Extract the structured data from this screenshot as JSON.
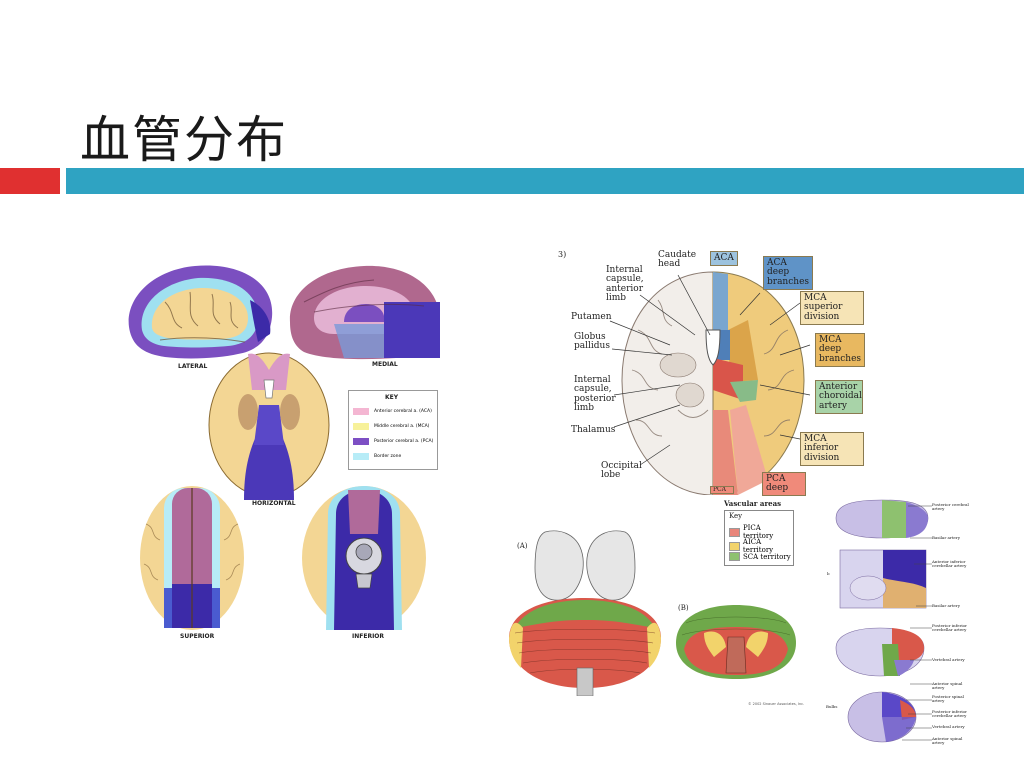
{
  "slide": {
    "title": "血管分布"
  },
  "left_figure": {
    "views": {
      "lateral": "LATERAL",
      "medial": "MEDIAL",
      "horizontal": "HORIZONTAL",
      "superior": "SUPERIOR",
      "inferior": "INFERIOR"
    },
    "key": {
      "heading": "KEY",
      "items": [
        {
          "label": "Anterior cerebral a. (ACA)",
          "color": "#f4b6d2"
        },
        {
          "label": "Middle cerebral a. (MCA)",
          "color": "#f7f19a"
        },
        {
          "label": "Posterior cerebral a. (PCA)",
          "color": "#7d4fc4"
        },
        {
          "label": "Border zone",
          "color": "#b7ecf7"
        }
      ]
    }
  },
  "right_top_figure": {
    "panel_number": "3)",
    "left_labels": [
      "Caudate head",
      "Internal capsule, anterior limb",
      "Putamen",
      "Globus pallidus",
      "Internal capsule, posterior limb",
      "Thalamus",
      "Occipital lobe"
    ],
    "territory_tags": [
      {
        "label": "ACA",
        "color": "#9dc3de"
      },
      {
        "label": "ACA deep branches",
        "color": "#5f93c7"
      },
      {
        "label": "MCA superior division",
        "color": "#f6e4b6"
      },
      {
        "label": "MCA deep branches",
        "color": "#e8b860"
      },
      {
        "label": "Anterior choroidal artery",
        "color": "#a8d3a8"
      },
      {
        "label": "MCA inferior division",
        "color": "#f6e4b6"
      },
      {
        "label": "PCA deep",
        "color": "#f08a7a"
      },
      {
        "label": "PCA",
        "color": "#f08a7a"
      }
    ]
  },
  "cerebellum_figure": {
    "panel_a": "(A)",
    "panel_b": "(B)",
    "key_title": "Vascular areas",
    "key_sub": "Key",
    "key_items": [
      {
        "label": "PICA territory",
        "color": "#e8857a"
      },
      {
        "label": "AICA territory",
        "color": "#f2d36b"
      },
      {
        "label": "SCA territory",
        "color": "#8ec16f"
      }
    ],
    "copyright": "© 2002 Sinauer Associates, Inc."
  },
  "brainstem_figure": {
    "labels": [
      "Posterior cerebral artery",
      "Basilar artery",
      "Anterior inferior cerebellar artery",
      "Basilar artery",
      "Posterior inferior cerebellar artery",
      "Vertebral artery",
      "Anterior spinal artery",
      "Posterior spinal artery",
      "Posterior inferior cerebellar artery",
      "Vertebral artery",
      "Anterior spinal artery"
    ],
    "side_marks": [
      "b",
      "Bulbs"
    ]
  }
}
